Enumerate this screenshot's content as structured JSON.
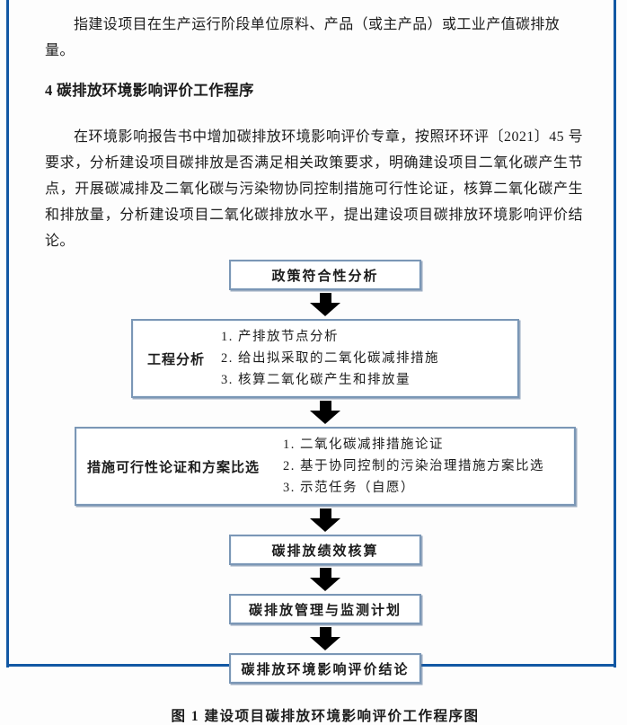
{
  "page": {
    "intro_line": "指建设项目在生产运行阶段单位原料、产品（或主产品）或工业产值碳排放量。",
    "section_heading": "4 碳排放环境影响评价工作程序",
    "paragraph": "在环境影响报告书中增加碳排放环境影响评价专章，按照环环评〔2021〕45 号要求，分析建设项目碳排放是否满足相关政策要求，明确建设项目二氧化碳产生节点，开展碳减排及二氧化碳与污染物协同控制措施可行性论证，核算二氧化碳产生和排放量，分析建设项目二氧化碳排放水平，提出建设项目碳排放环境影响评价结论。",
    "figure_caption": "图 1 建设项目碳排放环境影响评价工作程序图"
  },
  "flowchart": {
    "step1": {
      "label": "政策符合性分析"
    },
    "step2": {
      "label": "工程分析",
      "items": [
        "1. 产排放节点分析",
        "2. 给出拟采取的二氧化碳减排措施",
        "3. 核算二氧化碳产生和排放量"
      ]
    },
    "step3": {
      "label": "措施可行性论证和方案比选",
      "items": [
        "1. 二氧化碳减排措施论证",
        "2. 基于协同控制的污染治理措施方案比选",
        "3. 示范任务（自愿）"
      ]
    },
    "step4": {
      "label": "碳排放绩效核算"
    },
    "step5": {
      "label": "碳排放管理与监测计划"
    },
    "step6": {
      "label": "碳排放环境影响评价结论"
    }
  },
  "colors": {
    "frame_blue": "#1258a4",
    "box_border": "#7b97b6",
    "text": "#1c1c1c",
    "arrow_black": "#000000"
  }
}
